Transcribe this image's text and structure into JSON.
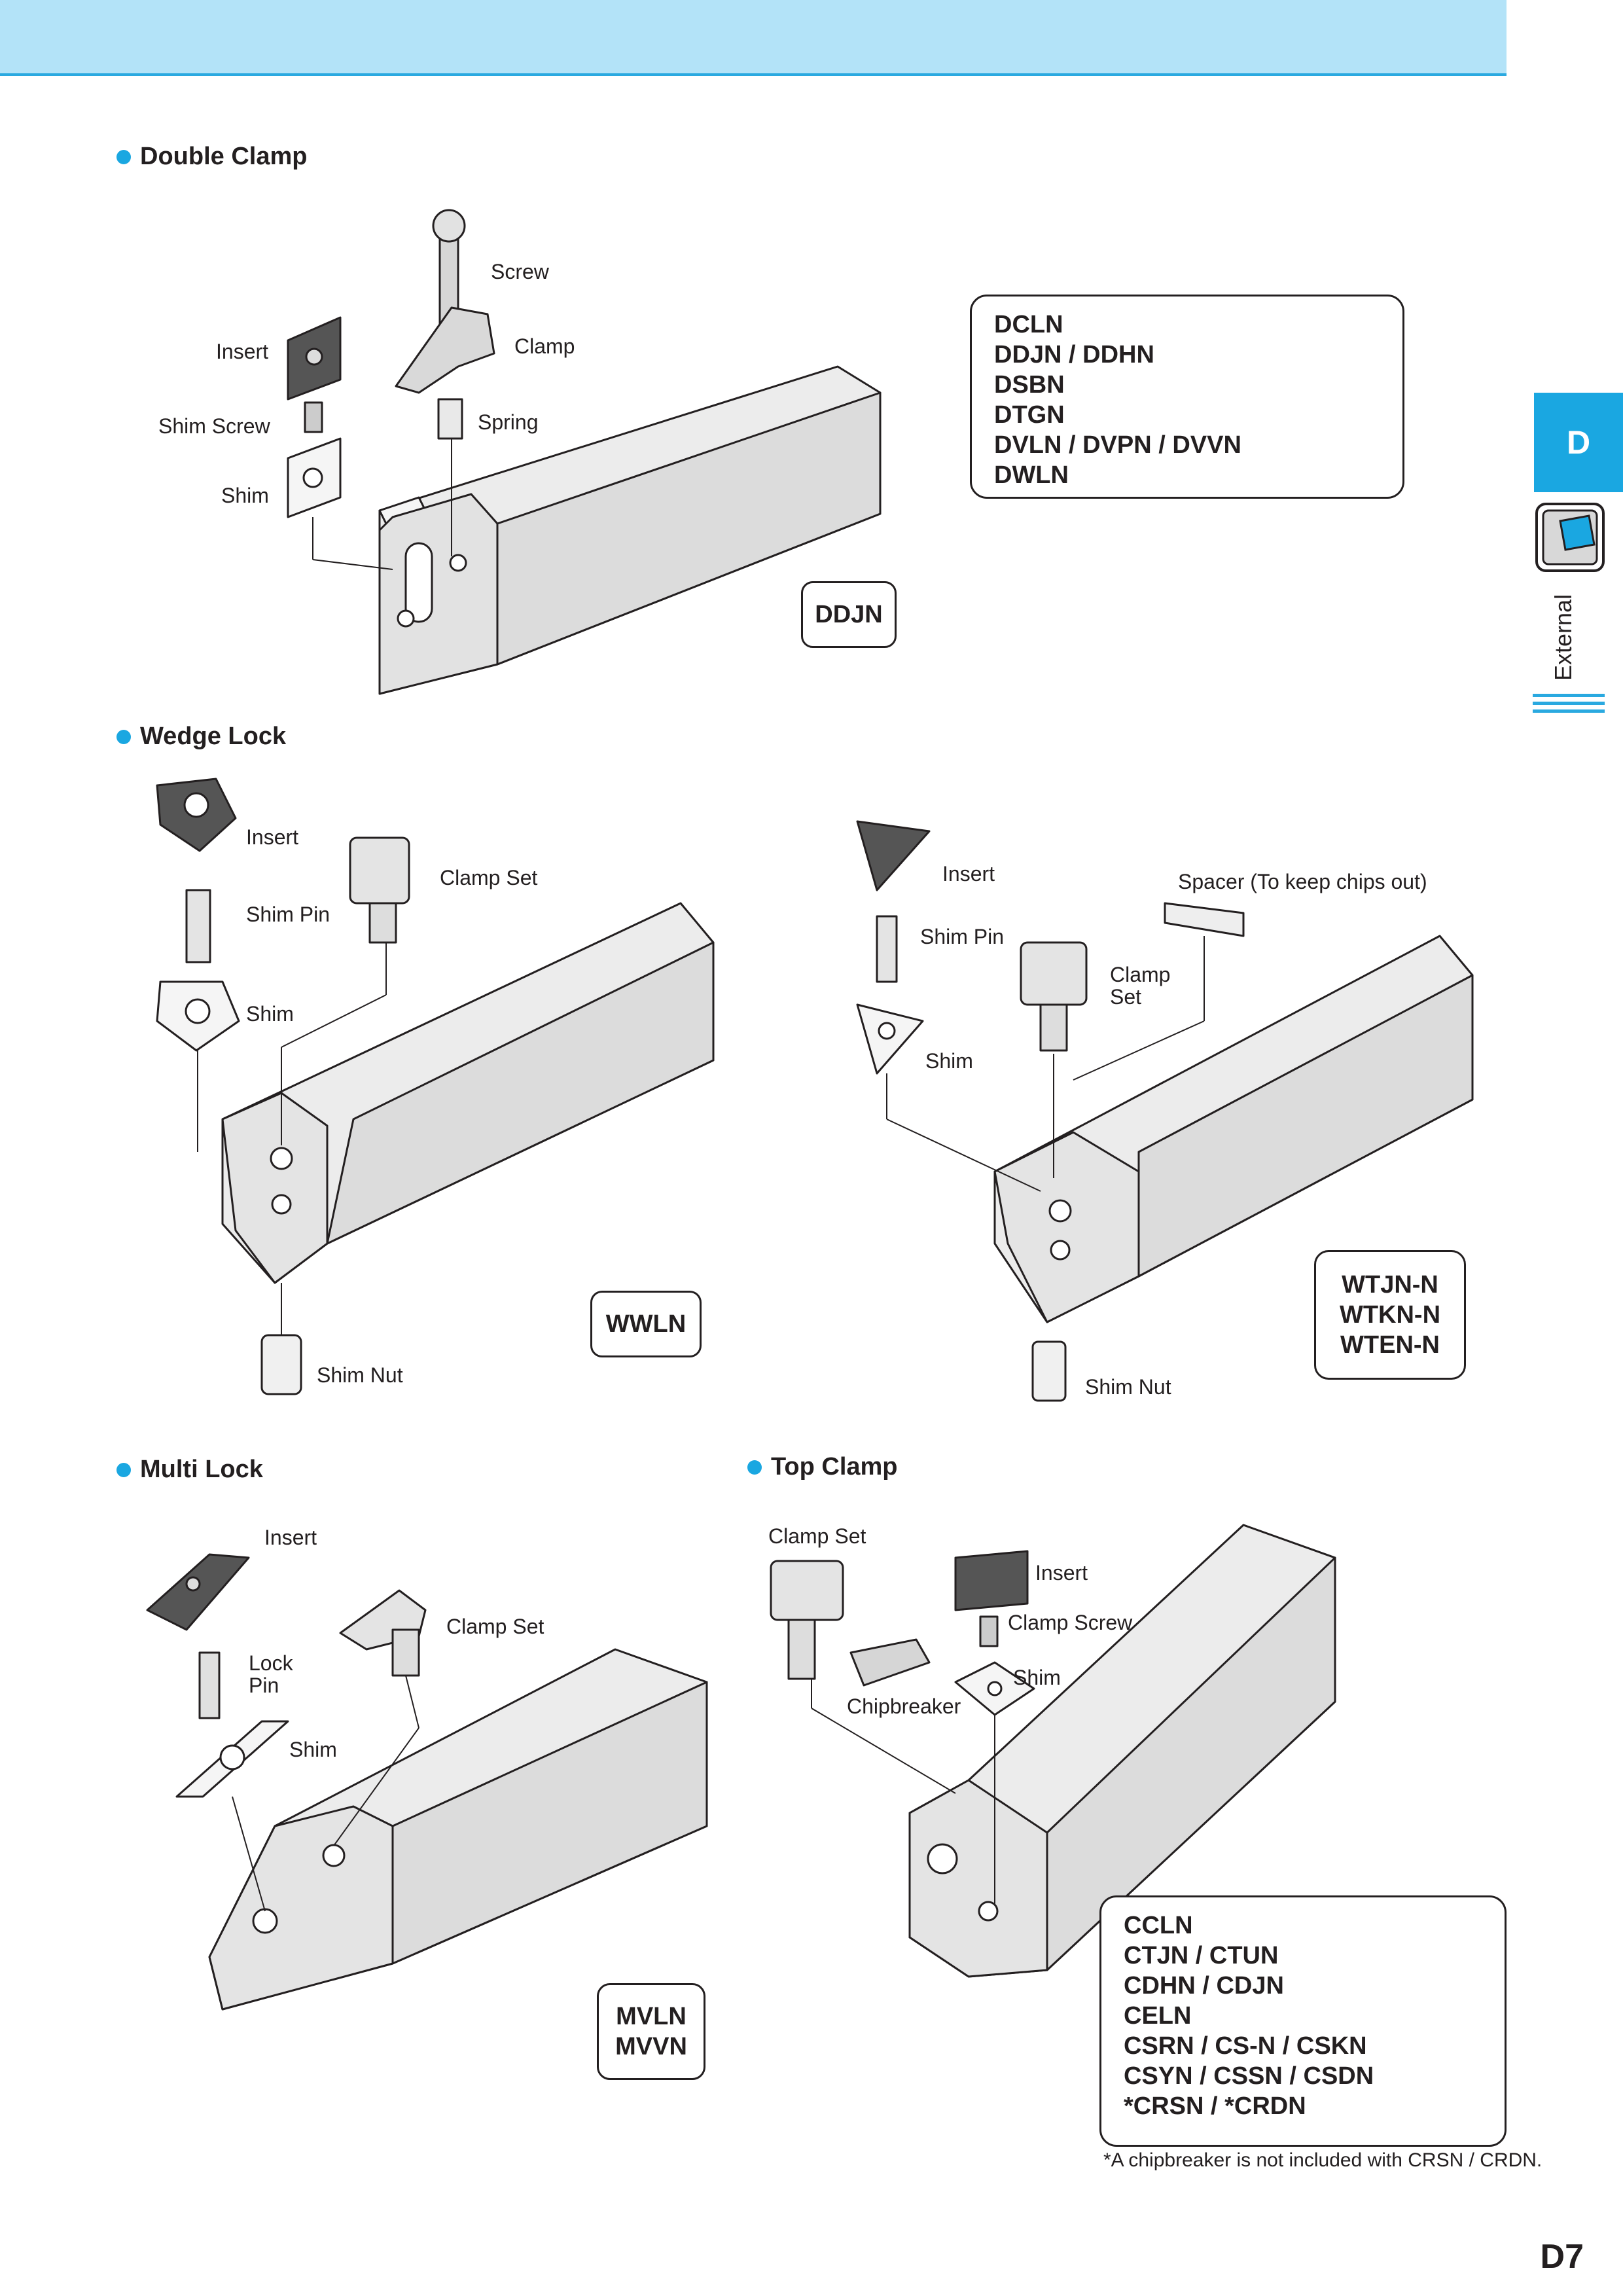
{
  "sections": {
    "double_clamp": {
      "title": "Double Clamp",
      "labels": {
        "screw": "Screw",
        "insert": "Insert",
        "clamp": "Clamp",
        "shim_screw": "Shim Screw",
        "spring": "Spring",
        "shim": "Shim"
      },
      "model_box": [
        "DCLN",
        "DDJN  /  DDHN",
        "DSBN",
        "DTGN",
        "DVLN  /  DVPN  /  DVVN",
        "DWLN"
      ],
      "code": "DDJN"
    },
    "wedge_lock": {
      "title": "Wedge Lock",
      "left": {
        "labels": {
          "insert": "Insert",
          "clamp_set": "Clamp Set",
          "shim_pin": "Shim Pin",
          "shim": "Shim",
          "shim_nut": "Shim Nut"
        },
        "code": "WWLN"
      },
      "right": {
        "labels": {
          "insert": "Insert",
          "spacer": "Spacer (To keep chips out)",
          "shim_pin": "Shim Pin",
          "clamp_set_1": "Clamp",
          "clamp_set_2": "Set",
          "shim": "Shim",
          "shim_nut": "Shim Nut"
        },
        "codes": [
          "WTJN-N",
          "WTKN-N",
          "WTEN-N"
        ]
      }
    },
    "multi_lock": {
      "title": "Multi Lock",
      "labels": {
        "insert": "Insert",
        "clamp_set": "Clamp Set",
        "lock_pin_1": "Lock",
        "lock_pin_2": "Pin",
        "shim": "Shim"
      },
      "codes": [
        "MVLN",
        "MVVN"
      ]
    },
    "top_clamp": {
      "title": "Top Clamp",
      "labels": {
        "clamp_set": "Clamp Set",
        "insert": "Insert",
        "clamp_screw": "Clamp Screw",
        "shim": "Shim",
        "chipbreaker": "Chipbreaker"
      },
      "model_box": [
        "CCLN",
        "CTJN  /  CTUN",
        "CDHN  /  CDJN",
        "CELN",
        "CSRN  /  CS-N  /  CSKN",
        "CSYN  /  CSSN  /  CSDN",
        "*CRSN  /  *CRDN"
      ],
      "footnote": "*A chipbreaker is not included with CRSN / CRDN."
    }
  },
  "side_tab": {
    "letter": "D",
    "label": "External"
  },
  "page_number": "D7",
  "colors": {
    "accent": "#1aa7e1",
    "header_band": "#b3e3f8",
    "part_fill": "#e8e8e8",
    "dark_part": "#555555"
  }
}
